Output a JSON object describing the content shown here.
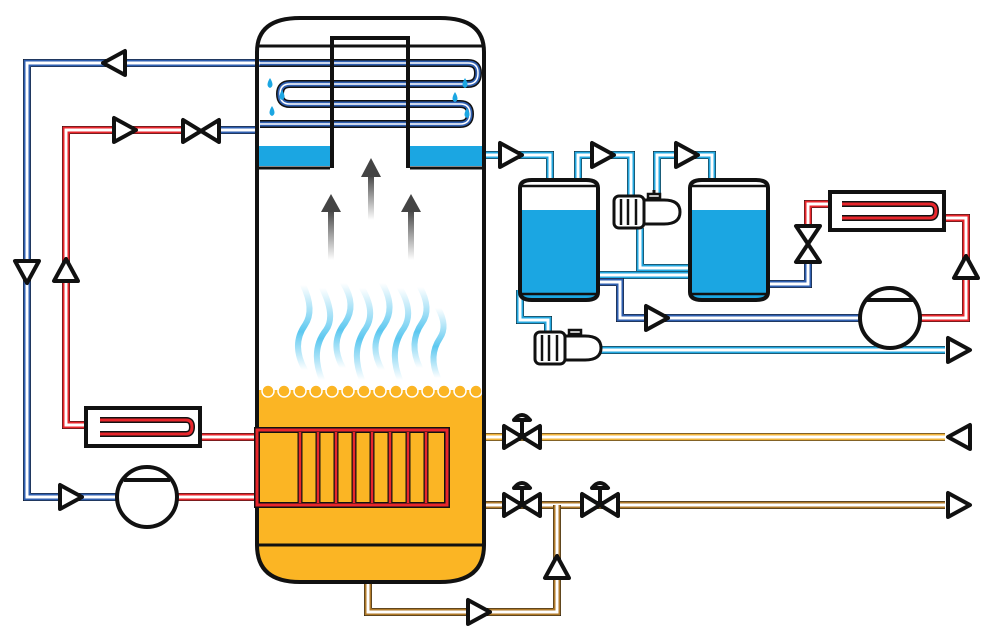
{
  "diagram": {
    "type": "evaporator-process-flow-schematic",
    "labels": [],
    "colors": {
      "outline": "#111111",
      "cold_line": "#2f5fb0",
      "hot_line": "#e8262c",
      "vapor_line": "#24a8e0",
      "condensate_fill": "#1ba6e2",
      "feed_line": "#f2b43a",
      "concentrate_line": "#b07a2a",
      "liquor_fill": "#fbb524",
      "background": "#ffffff"
    },
    "components": [
      {
        "id": "evaporator-vessel",
        "icon": "vertical-tank"
      },
      {
        "id": "condenser-coil",
        "icon": "coil"
      },
      {
        "id": "heating-bundle",
        "icon": "tube-bundle"
      },
      {
        "id": "heat-exchanger-upper",
        "icon": "hairpin-exchanger"
      },
      {
        "id": "heat-exchanger-lower",
        "icon": "hairpin-exchanger"
      },
      {
        "id": "circulation-pump-left",
        "icon": "centrifugal-pump"
      },
      {
        "id": "circulation-pump-right",
        "icon": "centrifugal-pump"
      },
      {
        "id": "vacuum-pump-upper",
        "icon": "motor-pump"
      },
      {
        "id": "vacuum-pump-lower",
        "icon": "motor-pump"
      },
      {
        "id": "receiver-tank-1",
        "icon": "vertical-tank"
      },
      {
        "id": "receiver-tank-2",
        "icon": "vertical-tank"
      },
      {
        "id": "valves",
        "icon": "gate-valve",
        "count": 5
      }
    ]
  }
}
